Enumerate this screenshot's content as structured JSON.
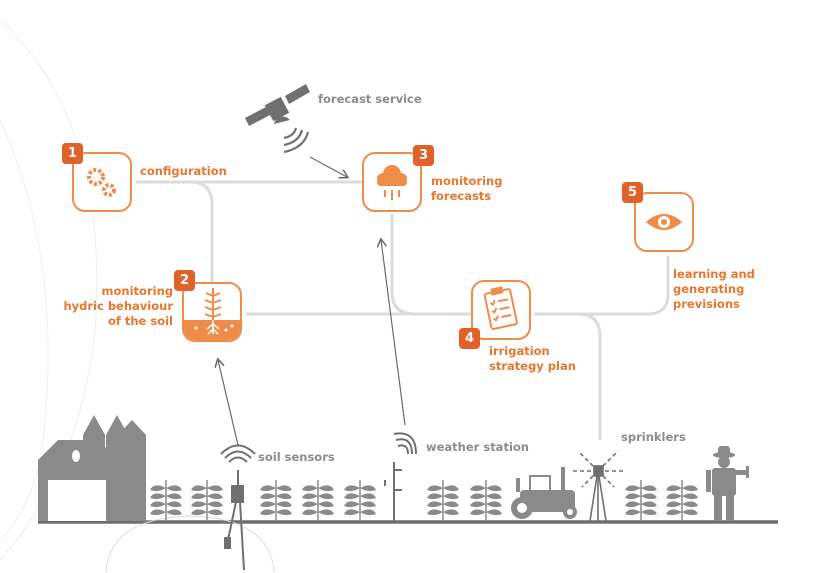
{
  "colors": {
    "accent": "#e8772e",
    "badge": "#e0622a",
    "gray": "#8c8c8c",
    "connector": "#dcdcdc"
  },
  "steps": [
    {
      "number": "1",
      "label": "configuration",
      "icon": "gears-icon"
    },
    {
      "number": "2",
      "label_lines": [
        "monitoring",
        "hydric behaviour",
        "of the soil"
      ],
      "icon": "plant-soil-icon"
    },
    {
      "number": "3",
      "label_lines": [
        "monitoring",
        "forecasts"
      ],
      "icon": "rain-cloud-icon"
    },
    {
      "number": "4",
      "label_lines": [
        "irrigation",
        "strategy plan"
      ],
      "icon": "clipboard-checklist-icon"
    },
    {
      "number": "5",
      "label_lines": [
        "learning and",
        "generating",
        "previsions"
      ],
      "icon": "eye-icon"
    }
  ],
  "sources": {
    "forecast_service": "forecast service",
    "soil_sensors": "soil sensors",
    "weather_station": "weather station",
    "sprinklers": "sprinklers"
  }
}
